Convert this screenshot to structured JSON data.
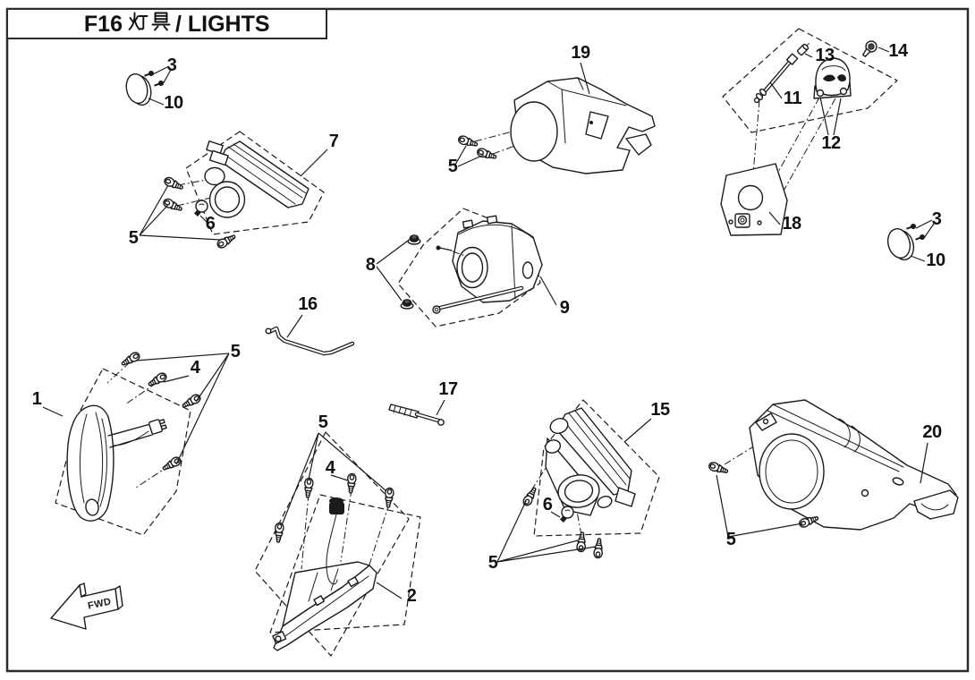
{
  "page": {
    "full_title": "F16 灯具/ LIGHTS",
    "title_prefix": "F16",
    "title_cjk": "灯具",
    "title_suffix": "/ LIGHTS",
    "direction_marker": "FWD"
  },
  "colors": {
    "ink": "#1b1b1b",
    "background": "#ffffff",
    "border": "#2b2b2b"
  },
  "callouts": [
    {
      "label": "3"
    },
    {
      "label": "10"
    },
    {
      "label": "7"
    },
    {
      "label": "5"
    },
    {
      "label": "6"
    },
    {
      "label": "19"
    },
    {
      "label": "5"
    },
    {
      "label": "13"
    },
    {
      "label": "14"
    },
    {
      "label": "11"
    },
    {
      "label": "12"
    },
    {
      "label": "18"
    },
    {
      "label": "3"
    },
    {
      "label": "10"
    },
    {
      "label": "8"
    },
    {
      "label": "9"
    },
    {
      "label": "16"
    },
    {
      "label": "17"
    },
    {
      "label": "1"
    },
    {
      "label": "5"
    },
    {
      "label": "4"
    },
    {
      "label": "5"
    },
    {
      "label": "4"
    },
    {
      "label": "2"
    },
    {
      "label": "15"
    },
    {
      "label": "6"
    },
    {
      "label": "5"
    },
    {
      "label": "20"
    },
    {
      "label": "5"
    }
  ]
}
